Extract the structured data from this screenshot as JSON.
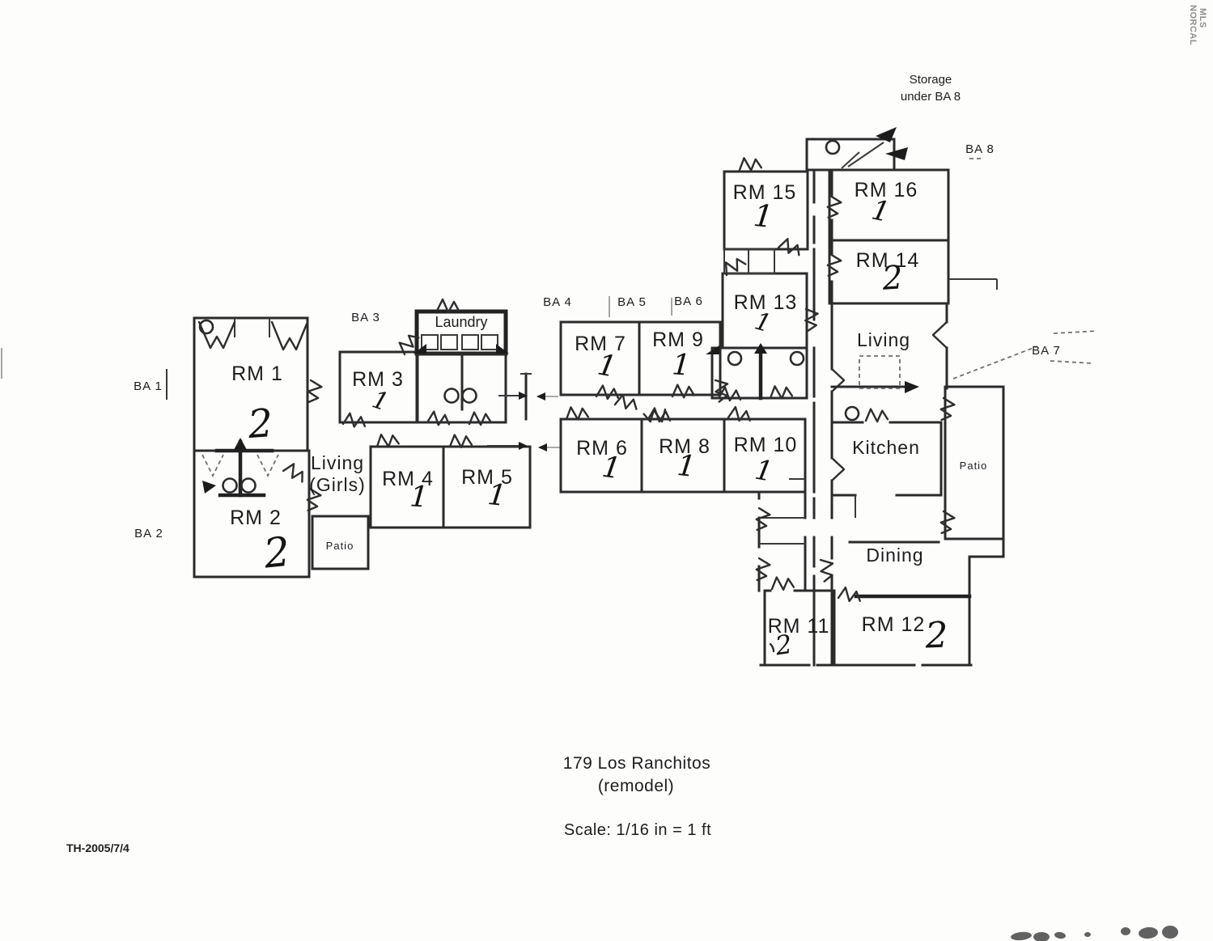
{
  "document": {
    "address": "179 Los Ranchitos",
    "subtitle": "(remodel)",
    "scale_note": "Scale: 1/16 in = 1 ft",
    "doc_ref": "TH-2005/7/4",
    "watermark_line1": "NORCAL",
    "watermark_line2": "MLS",
    "ink_color": "#2b2b2b",
    "paper_color": "#fdfdfc"
  },
  "rooms": {
    "rm1": {
      "label": "RM 1",
      "count": "2"
    },
    "rm2": {
      "label": "RM 2",
      "count": "2"
    },
    "rm3": {
      "label": "RM 3",
      "count": "1"
    },
    "rm4": {
      "label": "RM 4",
      "count": "1"
    },
    "rm5": {
      "label": "RM 5",
      "count": "1"
    },
    "rm6": {
      "label": "RM 6",
      "count": "1"
    },
    "rm7": {
      "label": "RM 7",
      "count": "1"
    },
    "rm8": {
      "label": "RM 8",
      "count": "1"
    },
    "rm9": {
      "label": "RM 9",
      "count": "1"
    },
    "rm10": {
      "label": "RM 10",
      "count": "1"
    },
    "rm11": {
      "label": "RM 11",
      "count": "2"
    },
    "rm12": {
      "label": "RM 12",
      "count": "2"
    },
    "rm13": {
      "label": "RM 13",
      "count": "1"
    },
    "rm14": {
      "label": "RM 14",
      "count": "2"
    },
    "rm15": {
      "label": "RM 15",
      "count": "1"
    },
    "rm16": {
      "label": "RM 16",
      "count": "1"
    }
  },
  "areas": {
    "living_girls_line1": "Living",
    "living_girls_line2": "(Girls)",
    "laundry": "Laundry",
    "living": "Living",
    "kitchen": "Kitchen",
    "dining": "Dining",
    "patio_left": "Patio",
    "patio_right": "Patio"
  },
  "bath_labels": {
    "ba1": "BA 1",
    "ba2": "BA 2",
    "ba3": "BA 3",
    "ba4": "BA 4",
    "ba5": "BA 5",
    "ba6": "BA 6",
    "ba7": "BA 7",
    "ba8": "BA 8"
  },
  "notes": {
    "storage_line1": "Storage",
    "storage_line2": "under BA 8"
  }
}
